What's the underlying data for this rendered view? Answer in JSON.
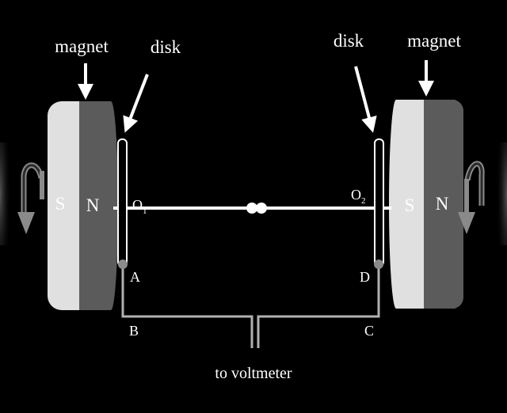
{
  "labels": {
    "left_magnet": "magnet",
    "right_magnet": "magnet",
    "left_disk": "disk",
    "right_disk": "disk",
    "left_south": "S",
    "left_north": "N",
    "right_south": "S",
    "right_north": "N",
    "o1_letter": "O",
    "o1_sub": "1",
    "o2_letter": "O",
    "o2_sub": "2",
    "point_a": "A",
    "point_b": "B",
    "point_c": "C",
    "point_d": "D",
    "voltmeter": "to voltmeter"
  },
  "colors": {
    "background": "#000000",
    "magnet_light": "#e0e0e0",
    "magnet_dark": "#5b5b5b",
    "disk": "#ffffff",
    "axle": "#ffffff",
    "wire": "#b0b0b0",
    "contact": "#8a8a8a",
    "arrow": "#ffffff"
  },
  "icons": {
    "left_rotation": "curved-arrow-down-icon",
    "right_rotation": "curved-arrow-down-icon"
  }
}
